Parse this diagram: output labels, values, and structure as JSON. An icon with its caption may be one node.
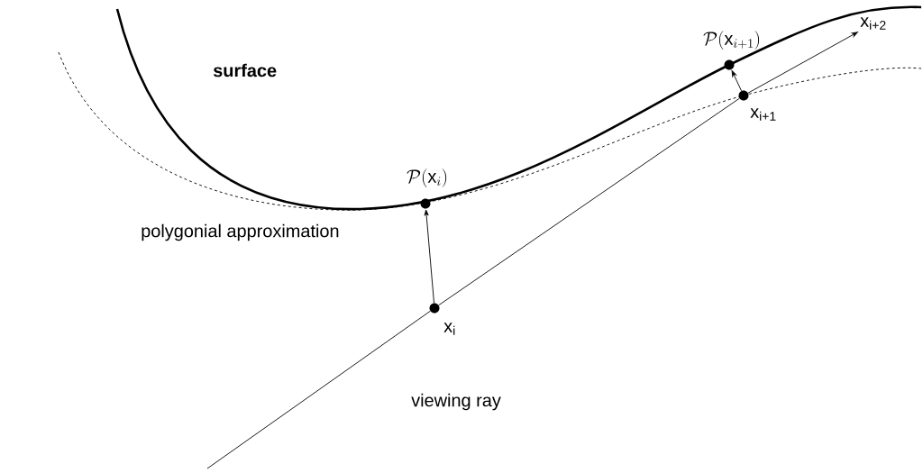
{
  "diagram": {
    "nodes": [
      {
        "text": [
          "x$_{i}$"
        ]
      },
      {
        "text": [
          "\\mathcal{P}(\\mathrm{x}_{i})"
        ]
      },
      {
        "text": [
          "x$_{i+1}$"
        ]
      },
      {
        "text": [
          "\\mathcal{P}(\\mathrm{x}_{i+1})"
        ]
      },
      {
        "text": [
          "x$_{i+2}$"
        ]
      }
    ],
    "edges": [
      {
        "from": 0,
        "to": 1,
        "arrow": "to"
      },
      {
        "from": 2,
        "to": 3,
        "arrow": "to"
      },
      {
        "from": null,
        "to": 0,
        "arrow": "none"
      },
      {
        "from": 0,
        "to": 2,
        "arrow": "none"
      },
      {
        "from": 2,
        "to": 4,
        "arrow": "to"
      }
    ],
    "labels": [
      "surface",
      "polygonial approximation",
      "viewing ray"
    ]
  }
}
